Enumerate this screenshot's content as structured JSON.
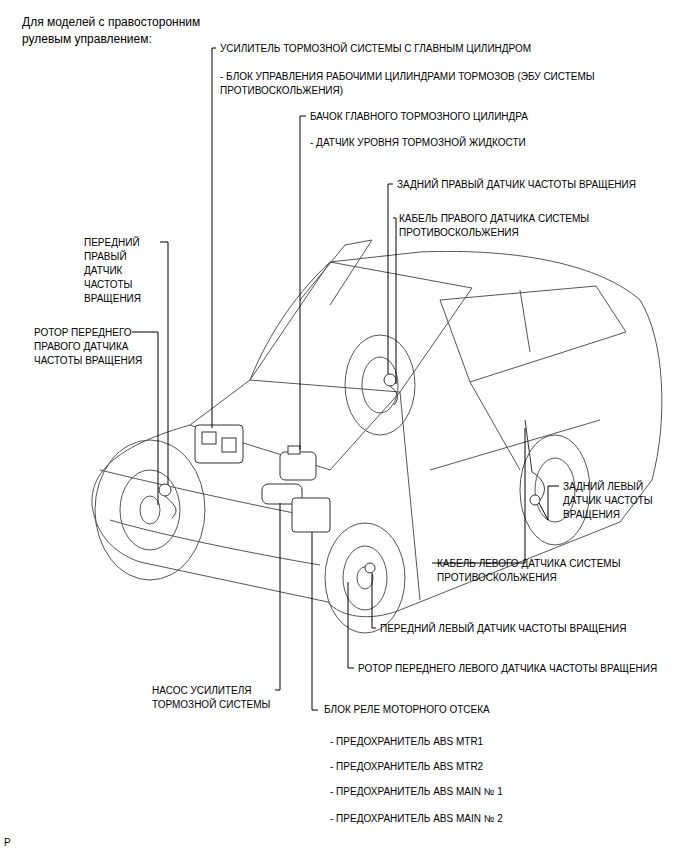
{
  "diagram": {
    "title": "Для моделей с правосторонним рулевым управлением:",
    "labels": [
      "УСИЛИТЕЛЬ ТОРМОЗНОЙ СИСТЕМЫ С ГЛАВНЫМ ЦИЛИНДРОМ",
      "- БЛОК УПРАВЛЕНИЯ РАБОЧИМИ ЦИЛИНДРАМИ ТОРМОЗОВ (ЭБУ СИСТЕМЫ ПРОТИВОСКОЛЬЖЕНИЯ)",
      "БАЧОК ГЛАВНОГО ТОРМОЗНОГО ЦИЛИНДРА",
      "- ДАТЧИК УРОВНЯ ТОРМОЗНОЙ ЖИДКОСТИ",
      "ЗАДНИЙ ПРАВЫЙ ДАТЧИК ЧАСТОТЫ ВРАЩЕНИЯ",
      "КАБЕЛЬ ПРАВОГО ДАТЧИКА СИСТЕМЫ ПРОТИВОСКОЛЬЖЕНИЯ",
      "ПЕРЕДНИЙ ПРАВЫЙ ДАТЧИК ЧАСТОТЫ ВРАЩЕНИЯ",
      "РОТОР ПЕРЕДНЕГО ПРАВОГО ДАТЧИКА ЧАСТОТЫ ВРАЩЕНИЯ",
      "ЗАДНИЙ ЛЕВЫЙ ДАТЧИК ЧАСТОТЫ ВРАЩЕНИЯ",
      "КАБЕЛЬ ЛЕВОГО ДАТЧИКА СИСТЕМЫ ПРОТИВОСКОЛЬЖЕНИЯ",
      "ПЕРЕДНИЙ ЛЕВЫЙ ДАТЧИК ЧАСТОТЫ ВРАЩЕНИЯ",
      "РОТОР ПЕРЕДНЕГО ЛЕВОГО ДАТЧИКА ЧАСТОТЫ ВРАЩЕНИЯ",
      "НАСОС УСИЛИТЕЛЯ ТОРМОЗНОЙ СИСТЕМЫ",
      "БЛОК РЕЛЕ МОТОРНОГО ОТСЕКА",
      "- ПРЕДОХРАНИТЕЛЬ ABS MTR1",
      "- ПРЕДОХРАНИТЕЛЬ ABS MTR2",
      "- ПРЕДОХРАНИТЕЛЬ ABS MAIN № 1",
      "- ПРЕДОХРАНИТЕЛЬ ABS MAIN № 2",
      "P"
    ]
  }
}
